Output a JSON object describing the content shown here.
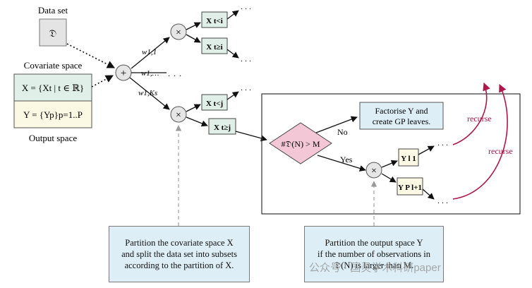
{
  "dataset": {
    "label": "Data set",
    "symbol": "𝔇"
  },
  "covariate_space": {
    "label": "Covariate space",
    "formula": "X = {Xt | t ∈ ℝ}",
    "fill": "#e0efe7"
  },
  "output_space": {
    "label": "Output space",
    "formula": "Y = {Yp}p=1..P",
    "fill": "#fbf8e3"
  },
  "mixture": {
    "plus_symbol": "+",
    "times_symbol": "×",
    "weights": [
      "w1,1",
      "w1,…",
      "w1,Ks"
    ],
    "ellipsis": ". . ."
  },
  "covariate_partitions": {
    "first": [
      "X t<i",
      "X t≥i"
    ],
    "second": [
      "X t<j",
      "X t≥j"
    ]
  },
  "decision": {
    "condition": "#𝔇(N) > M",
    "no_label": "No",
    "yes_label": "Yes",
    "no_box": [
      "Factorise Y and",
      "create GP leaves."
    ],
    "fill": "#f4c7d6"
  },
  "output_partitions": [
    "Y l 1",
    "Y P l+1"
  ],
  "recurse_label": "recurse",
  "recurse_color": "#b0154b",
  "callouts": {
    "covariate": [
      "Partition the covariate space X",
      "and split the data set into subsets",
      "according to the partition of X."
    ],
    "output": [
      "Partition the output space Y",
      "if the number of observations in",
      "𝔇(N) is larger than M."
    ]
  },
  "watermark": "公众号 · 国灵学术科研paper",
  "colors": {
    "tile_fill": "#e0efe7",
    "callout_fill": "#ddeef6",
    "node_fill": "#e6e6e6",
    "dashed": "#a0a0a0"
  }
}
